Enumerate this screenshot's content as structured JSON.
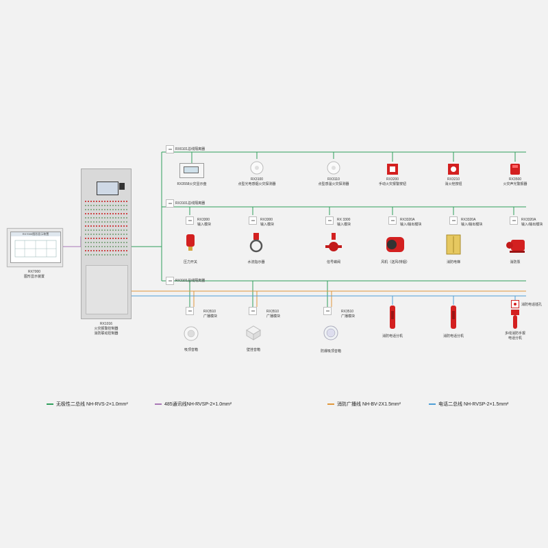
{
  "colors": {
    "bus_green": "#2e9e5b",
    "comm_purple": "#a877b5",
    "broadcast_orange": "#e0963a",
    "telephone_blue": "#4d9ed6",
    "device_red": "#d32020"
  },
  "display": {
    "screen_title": "RX7000图形显示装置",
    "model": "RX7000",
    "name": "图形显示装置"
  },
  "cabinet": {
    "model": "RX1016",
    "name_line1": "火灾报警控制器",
    "name_line2": "消防联动控制器"
  },
  "row1": {
    "bus_label": "RX6101总线隔离器",
    "devices": [
      {
        "label": "RX3558火灾显示盘",
        "icon": "fire-display-panel-icon"
      },
      {
        "label": "RX3100",
        "sub": "点型光电感烟火灾探测器",
        "icon": "smoke-detector-icon"
      },
      {
        "label": "RX3110",
        "sub": "点型感温火灾探测器",
        "icon": "heat-detector-icon"
      },
      {
        "label": "RX3200",
        "sub": "手动火灾报警按钮",
        "icon": "manual-alarm-button-icon"
      },
      {
        "label": "RX3210",
        "sub": "消火栓按钮",
        "icon": "hydrant-button-icon"
      },
      {
        "label": "RX3500",
        "sub": "火灾声光警报器",
        "icon": "sound-light-alarm-icon"
      }
    ]
  },
  "row2": {
    "bus_label": "RX3101总线隔离器",
    "modules": [
      {
        "model": "RX3300",
        "type": "输入模块",
        "device": "压力开关",
        "icon": "pressure-switch-icon"
      },
      {
        "model": "RX3300",
        "type": "输入模块",
        "device": "水流指示器",
        "icon": "water-flow-indicator-icon"
      },
      {
        "model": "RX 3300",
        "type": "输入模块",
        "device": "信号蝶阀",
        "icon": "signal-valve-icon"
      },
      {
        "model": "RX3320A",
        "type": "输入/输出模块",
        "device": "风机（送风/排烟）",
        "icon": "fan-icon"
      },
      {
        "model": "RX3320A",
        "type": "输入/输出模块",
        "device": "消防电梯",
        "icon": "elevator-icon"
      },
      {
        "model": "RX3320A",
        "type": "输入/输出模块",
        "device": "消防泵",
        "icon": "fire-pump-icon"
      }
    ]
  },
  "row3": {
    "bus_label": "RX3101总线隔离器",
    "modules": [
      {
        "model": "RX3510",
        "type": "广播模块",
        "device": "吸顶音箱",
        "icon": "ceiling-speaker-icon"
      },
      {
        "model": "RX3510",
        "type": "广播模块",
        "device": "壁挂音箱",
        "icon": "wall-speaker-icon"
      },
      {
        "model": "RX3510",
        "type": "广播模块",
        "device": "防爆吸顶音箱",
        "icon": "explosion-proof-speaker-icon"
      }
    ],
    "phones": [
      {
        "label": "消防电话分机",
        "icon": "fire-phone-icon"
      },
      {
        "label": "消防电话分机",
        "icon": "fire-phone-icon"
      },
      {
        "label": "多线消防手报",
        "sub": "电话分机",
        "icon": "manual-alarm-phone-icon"
      }
    ],
    "phone_jack": "消防电话插孔"
  },
  "legend": [
    {
      "label": "无极性二总线 NH-RVS-2×1.0mm²",
      "color": "#2e9e5b"
    },
    {
      "label": "485通讯线NH-RVSP-2×1.0mm²",
      "color": "#a877b5"
    },
    {
      "label": "消防广播线 NH-BV-2X1.5mm²",
      "color": "#e0963a"
    },
    {
      "label": "电话二总线 NH-RVSP-2×1.5mm²",
      "color": "#4d9ed6"
    }
  ]
}
